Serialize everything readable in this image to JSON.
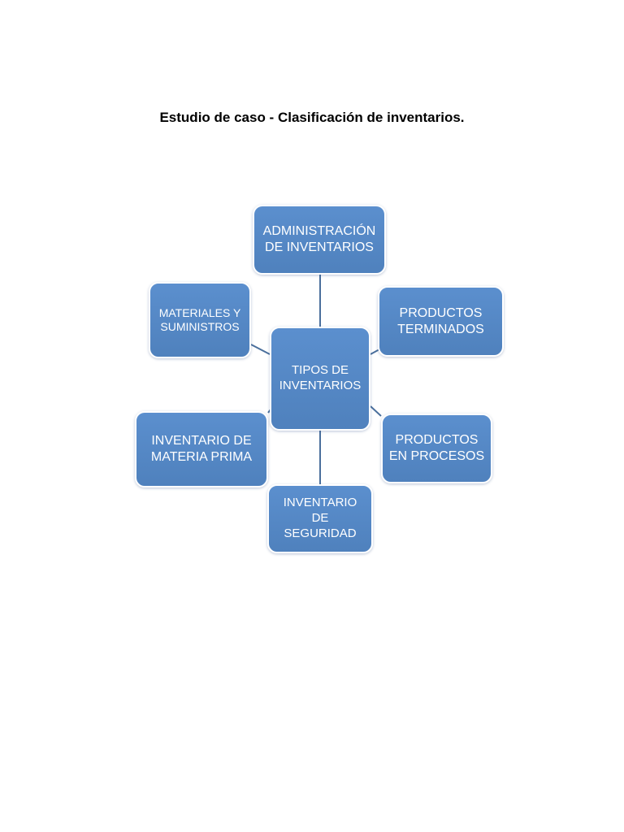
{
  "title": "Estudio de caso - Clasificación de inventarios.",
  "diagram": {
    "center": "TIPOS DE\nINVENTARIOS",
    "nodes": {
      "top": "ADMINISTRACIÓN\nDE INVENTARIOS",
      "upper_left": "MATERIALES Y\nSUMINISTROS",
      "upper_right": "PRODUCTOS\nTERMINADOS",
      "lower_left": "INVENTARIO DE\nMATERIA PRIMA",
      "lower_right": "PRODUCTOS\nEN PROCESOS",
      "bottom": "INVENTARIO\nDE\nSEGURIDAD"
    },
    "colors": {
      "node_fill": "#4f81bd",
      "connector": "#4a6f9c",
      "node_text": "#ffffff"
    }
  }
}
